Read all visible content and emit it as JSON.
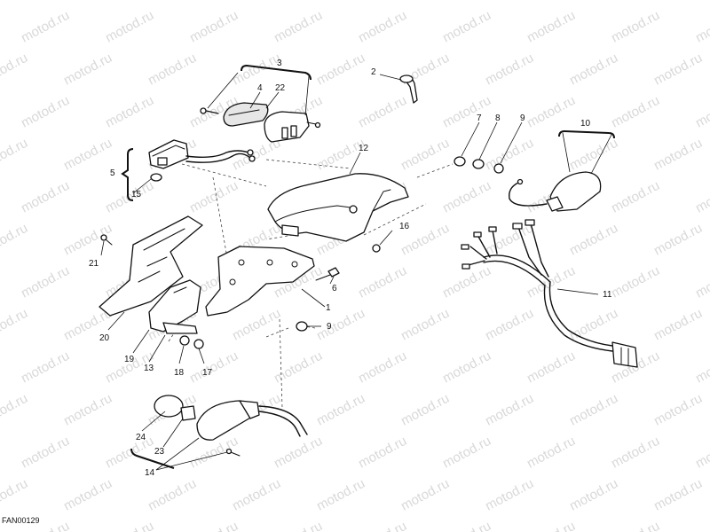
{
  "watermark": {
    "text": "motod.ru",
    "color": "#b9b9b9"
  },
  "figure_code": "FAN00129",
  "callouts": {
    "c1": "1",
    "c2": "2",
    "c3": "3",
    "c4": "4",
    "c5": "5",
    "c6": "6",
    "c7": "7",
    "c8": "8",
    "c9a": "9",
    "c9b": "9",
    "c10": "10",
    "c11": "11",
    "c12": "12",
    "c13": "13",
    "c14": "14",
    "c15": "15",
    "c16": "16",
    "c17": "17",
    "c18": "18",
    "c19": "19",
    "c20": "20",
    "c21": "21",
    "c22": "22",
    "c23": "23",
    "c24": "24"
  }
}
